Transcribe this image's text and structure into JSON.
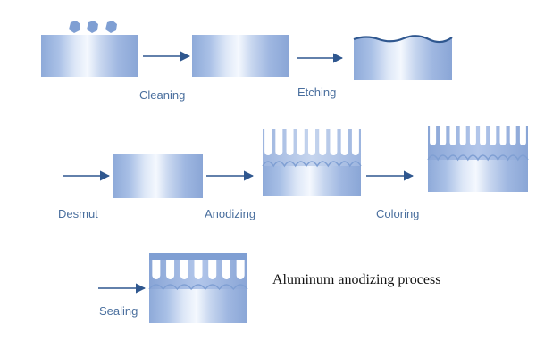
{
  "diagram": {
    "steps": [
      {
        "id": "cleaning",
        "label": "Cleaning"
      },
      {
        "id": "etching",
        "label": "Etching"
      },
      {
        "id": "desmut",
        "label": "Desmut"
      },
      {
        "id": "anodizing",
        "label": "Anodizing"
      },
      {
        "id": "coloring",
        "label": "Coloring"
      },
      {
        "id": "sealing",
        "label": "Sealing"
      }
    ],
    "caption": "Aluminum anodizing process"
  },
  "colors": {
    "metal_dark": "#8eaad9",
    "metal_light": "#f2f6fd",
    "arrow": "#2f578f",
    "label": "#4a6f9e",
    "etch_edge": "#2f578f"
  }
}
